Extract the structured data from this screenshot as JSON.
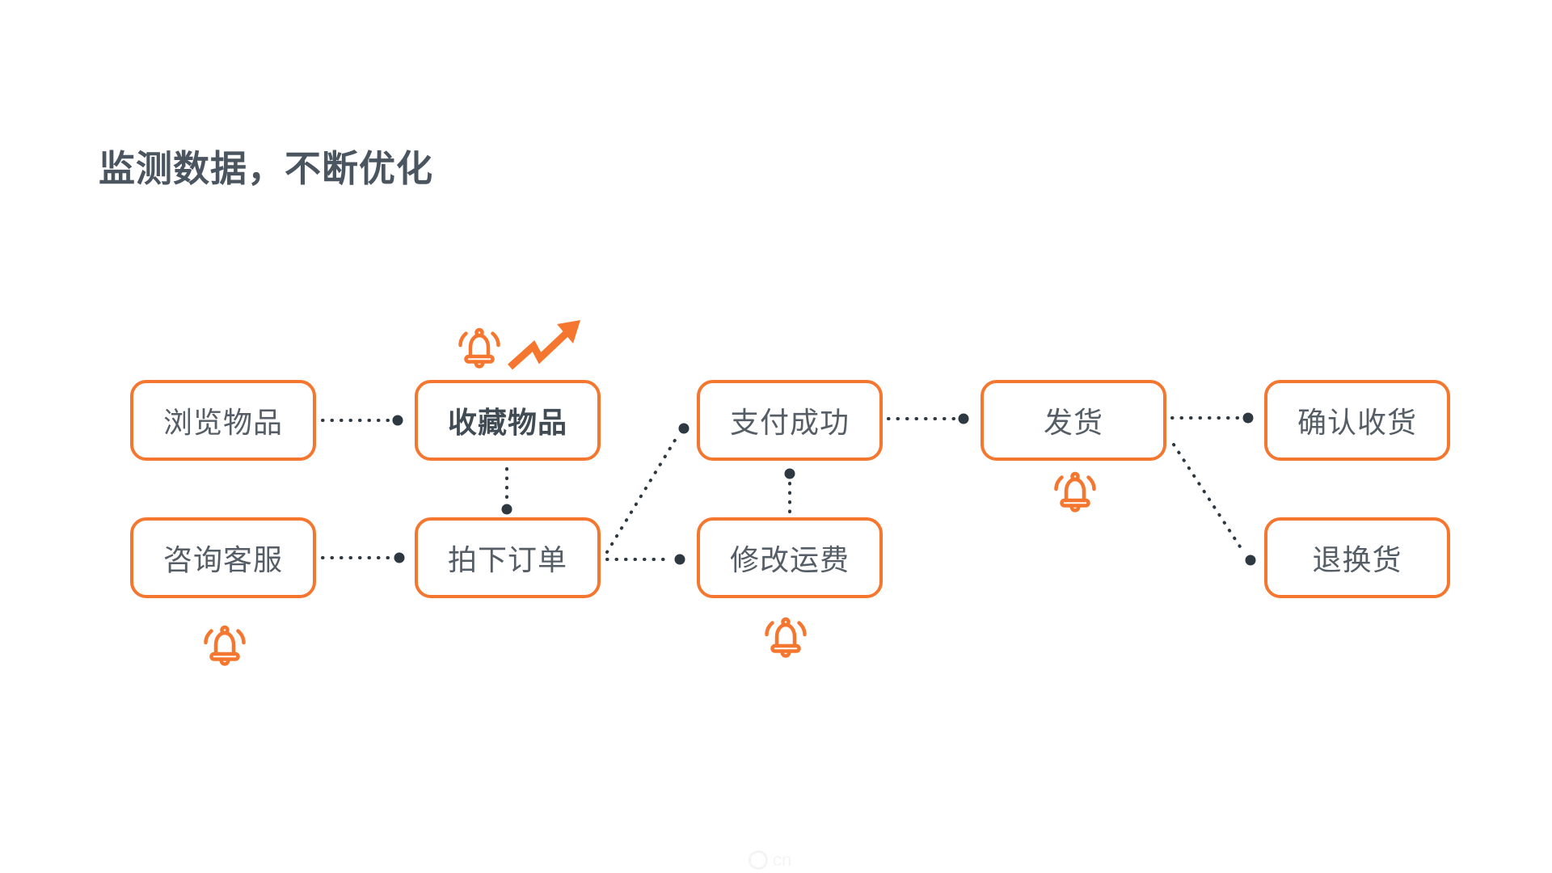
{
  "page": {
    "title": "监测数据，不断优化",
    "background": "#ffffff"
  },
  "colors": {
    "accent_orange": "#F5772F",
    "title_text": "#4A5560",
    "node_text": "#555E66",
    "node_text_emphasis": "#414B54",
    "connector": "#2E3840"
  },
  "flow": {
    "nodes": [
      {
        "id": "browse",
        "label": "浏览物品",
        "emphasis": false
      },
      {
        "id": "favorite",
        "label": "收藏物品",
        "emphasis": true
      },
      {
        "id": "pay",
        "label": "支付成功",
        "emphasis": false
      },
      {
        "id": "ship",
        "label": "发货",
        "emphasis": false
      },
      {
        "id": "confirm",
        "label": "确认收货",
        "emphasis": false
      },
      {
        "id": "consult",
        "label": "咨询客服",
        "emphasis": false
      },
      {
        "id": "order",
        "label": "拍下订单",
        "emphasis": false
      },
      {
        "id": "fee",
        "label": "修改运费",
        "emphasis": false
      },
      {
        "id": "return",
        "label": "退换货",
        "emphasis": false
      }
    ],
    "edges": [
      {
        "from": "浏览物品",
        "to": "收藏物品",
        "style": "dotted"
      },
      {
        "from": "收藏物品",
        "to": "拍下订单",
        "style": "dotted"
      },
      {
        "from": "咨询客服",
        "to": "拍下订单",
        "style": "dotted"
      },
      {
        "from": "拍下订单",
        "to": "支付成功",
        "style": "dotted"
      },
      {
        "from": "拍下订单",
        "to": "修改运费",
        "style": "dotted"
      },
      {
        "from": "修改运费",
        "to": "支付成功",
        "style": "dotted"
      },
      {
        "from": "支付成功",
        "to": "发货",
        "style": "dotted"
      },
      {
        "from": "发货",
        "to": "确认收货",
        "style": "dotted"
      },
      {
        "from": "发货",
        "to": "退换货",
        "style": "dotted"
      }
    ],
    "annotations": [
      {
        "icon": "bell-icon",
        "attached_to": "收藏物品",
        "position": "above"
      },
      {
        "icon": "trend-up-arrow-icon",
        "attached_to": "收藏物品",
        "position": "above"
      },
      {
        "icon": "bell-icon",
        "attached_to": "咨询客服",
        "position": "below"
      },
      {
        "icon": "bell-icon",
        "attached_to": "修改运费",
        "position": "below"
      },
      {
        "icon": "bell-icon",
        "attached_to": "发货",
        "position": "below"
      }
    ]
  },
  "watermark": {
    "text": "cn"
  }
}
